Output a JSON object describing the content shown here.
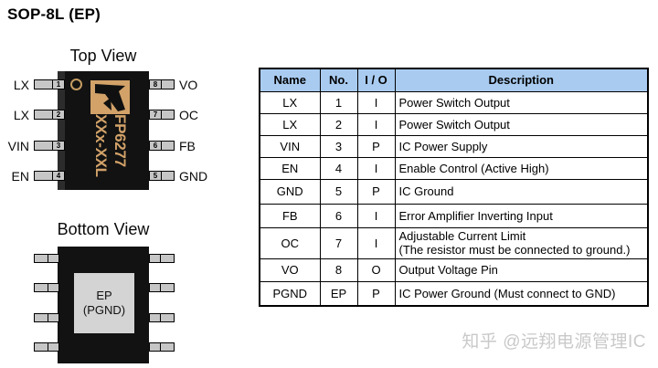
{
  "page": {
    "title": "SOP-8L (EP)"
  },
  "colors": {
    "table_header_bg": "#A9CBF0",
    "chip_body": "#121212",
    "brand_tan": "#D2A269",
    "pin_fill": "#C6C6C6",
    "pad_fill": "#D4D4D4",
    "watermark_gray": "#C9C9C9"
  },
  "top_view": {
    "label": "Top View",
    "marking": {
      "logo_icon": "brand-flag-logo",
      "line1": "FP6277",
      "line2": "XXx-XXL"
    },
    "left_pins": [
      {
        "name": "LX",
        "no": "1"
      },
      {
        "name": "LX",
        "no": "2"
      },
      {
        "name": "VIN",
        "no": "3"
      },
      {
        "name": "EN",
        "no": "4"
      }
    ],
    "right_pins": [
      {
        "name": "VO",
        "no": "8"
      },
      {
        "name": "OC",
        "no": "7"
      },
      {
        "name": "FB",
        "no": "6"
      },
      {
        "name": "GND",
        "no": "5"
      }
    ]
  },
  "bottom_view": {
    "label": "Bottom View",
    "pad_line1": "EP",
    "pad_line2": "(PGND)"
  },
  "pin_table": {
    "headers": [
      "Name",
      "No.",
      "I / O",
      "Description"
    ],
    "rows": [
      {
        "name": "LX",
        "no": "1",
        "io": "I",
        "desc": "Power Switch Output"
      },
      {
        "name": "LX",
        "no": "2",
        "io": "I",
        "desc": "Power Switch Output"
      },
      {
        "name": "VIN",
        "no": "3",
        "io": "P",
        "desc": "IC Power Supply"
      },
      {
        "name": "EN",
        "no": "4",
        "io": "I",
        "desc": "Enable Control (Active High)"
      },
      {
        "name": "GND",
        "no": "5",
        "io": "P",
        "desc": "IC Ground"
      },
      {
        "name": "FB",
        "no": "6",
        "io": "I",
        "desc": "Error Amplifier Inverting Input"
      },
      {
        "name": "OC",
        "no": "7",
        "io": "I",
        "desc": "Adjustable Current Limit\n(The resistor must be connected to ground.)"
      },
      {
        "name": "VO",
        "no": "8",
        "io": "O",
        "desc": "Output Voltage Pin"
      },
      {
        "name": "PGND",
        "no": "EP",
        "io": "P",
        "desc": "IC Power Ground (Must connect to GND)"
      }
    ]
  },
  "watermark": "知乎 @远翔电源管理IC"
}
